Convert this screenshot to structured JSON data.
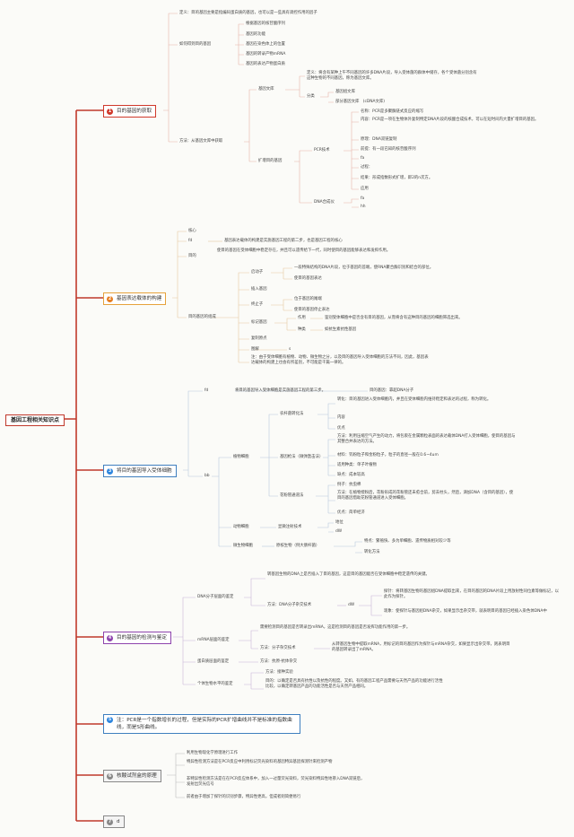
{
  "root": "基因工程相关知识点",
  "colors": {
    "red": "#d0392b",
    "orange": "#e67e22",
    "blue": "#2e86de",
    "purple": "#8e44ad",
    "gray": "#888888"
  },
  "topics": [
    {
      "num": "1",
      "label": "目的基因的获取"
    },
    {
      "num": "2",
      "label": "基因表达载体的构建"
    },
    {
      "num": "3",
      "label": "将目的基因导入受体细胞"
    },
    {
      "num": "4",
      "label": "目的基因的检测与鉴定"
    },
    {
      "num": "5",
      "label": "注：PCR是一个指数增长的过程，但是实际的PCR扩增曲线并不是标准的指数曲线，而是S形曲线。"
    },
    {
      "num": "6",
      "label": "核酸试剂盒的原理"
    },
    {
      "num": "7",
      "label": "d"
    }
  ],
  "n1": {
    "def": "定义：目的基因主要是指编码蛋白质的基因，也可以是一些具有调控作用的因子",
    "howto": "如何得到目的基因",
    "howto_items": [
      "根据基因的核苷酸序列",
      "基因的功能",
      "基因在染色体上的位置",
      "基因的转录产物mRNA",
      "基因的表达产物蛋白质"
    ],
    "method": "方法：从基因文库中获取",
    "lib": "基因文库",
    "lib_def": "定义：将含有某种上午不同基因的许多DNA片段，导入受体菌的群体中储存，各个受体菌分别含有这种生物的不同基因，称为基因文库。",
    "classify": "分类",
    "genome_lib": "基因组文库",
    "part_lib": "部分基因文库　(cDNA文库)",
    "amplify": "扩增目的基因",
    "pcr": "PCR技术",
    "pcr_name": "名称：PCR是多聚酶链式反应的缩写",
    "pcr_content": "内容：PCR是一项在生物体外复制特定DNA片段的核酸合成技术，可以在短时间内大量扩增目的基因。",
    "pcr_principle": "原理：DNA双链复制",
    "pcr_premise": "前提：有一段已知的核苷酸序列",
    "pcr_fa": "fa",
    "pcr_process": "过程：",
    "pcr_result": "结果：形成指数形式扩增，即2的n次方。",
    "pcr_apply": "应用",
    "dna_syn": "DNA合成仪",
    "fa": "fa",
    "hh": "hh"
  },
  "n2": {
    "core": "核心",
    "fd": "fd",
    "fd_text": "基因表达载体的构建是实施基因工程的第二步，也是基因工程的核心",
    "purpose": "目的",
    "purpose_text": "使目的基因在受体细胞中稳定存在，并且可以遗传给下一代，同时使目的基因能够表达和发挥作用。",
    "comp": "目的基因的组成",
    "promoter": "启动子",
    "promoter_1": "一段特殊结构的DNA片段，位于基因的首端，使RNA聚合酶识别和结合的部位。",
    "promoter_2": "使目的基因表达",
    "insert": "插入基因",
    "terminator": "终止子",
    "term_1": "位于基因的尾端",
    "term_2": "使目的基因停止表达",
    "marker": "标记基因",
    "effect": "作用",
    "effect_text": "鉴别受体细胞中是否含有目的基因，从而将含有这种目的基因的细胞筛选出来。",
    "kind": "种类",
    "kind_text": "如抗生素抗性基因",
    "origin": "复制原点",
    "figure": "图解",
    "figure_s": "s",
    "note": "注：由于受体细胞有植物、动物、微生物之分，以及目的基因导入受体细胞的方法不同，因此，基因表达载体的构建上也会有所差别，不可能是千篇一律的。"
  },
  "n3": {
    "fd": "fd",
    "fd_text": "将目的基因导入受体细胞是实施基因工程的第三步。",
    "purpose": "目的基因：靠超DNA分子",
    "bb": "bb",
    "plant": "植物细胞",
    "agro": "农杆菌转化法",
    "transform": "转化：目的基因进入受体细胞内，并且在受体细胞内维持稳定和表达的过程，称为转化。",
    "content": "内容",
    "adv": "优点",
    "gun": "基因枪法（微弹轰击法）",
    "gun_method": "方法：利用压缩空气产生的动力，将包裹在金属颗粒表面的表达载体DNA打入受体细胞，使目的基因与其整合并表达的方法。",
    "gun_material": "材料：钨粉粒子和金粉粒子，粒子的直径一般在0.6~4um",
    "gun_scope": "适用种类：单子叶植物",
    "gun_flaw": "缺点：成本较高",
    "pollen": "花粉管通道法",
    "pollen_ex": "例子：抗虫棉",
    "pollen_method": "方法：在植物授粉后，花粉形成的花粉管还未愈合前，剪去柱头，然后，滴加DNA（含目的基因），使目的基因借助花粉管通道进入受体细胞。",
    "pollen_adv": "优点：简单经济",
    "animal": "动物细胞",
    "micro": "显微注射技术",
    "micro_1": "地位",
    "micro_2": "dW",
    "microbe": "微生物细胞",
    "prok": "原核生物（例大肠杆菌）",
    "prok_1": "特点：繁殖快、多为单细胞、遗传物质相对较少等",
    "prok_2": "转化方法"
  },
  "n4": {
    "dna": "DNA分子层面的鉴定",
    "dna_text": "转基因生物的DNA上是否插入了目的基因，这是目的基因能否在受体细胞中稳定遗传的关键。",
    "dna_method": "方法：DNA分子杂交技术",
    "dw": "dW",
    "probe": "探针：将转基因生物的基因组DNA提取出来，在目的基因的DNA片段上用放射性同位素等做标记，以此作为探针。",
    "phenom": "现象：使探针与基因组DNA杂交，如果显示出杂交带，就表明目的基因已经插入染色体DNA中",
    "mrna": "mRNA层面的鉴定",
    "mrna_text": "需要检测目的基因是否转录出mRNA，这是检测目的基因是否发挥功能作用的第一步。",
    "mrna_method": "方法：分子杂交技术",
    "mrna_detail": "从转基因生物中提取mRNA，用标记的目的基因作为探针与mRNA杂交，如果显示出杂交带，则表明目的基因转录出了mRNA。",
    "protein": "蛋白质层面的鉴定",
    "protein_method": "方法：抗原-抗体杂交",
    "indiv": "个体生物水平的鉴定",
    "indiv_method": "方法：接种实验",
    "indiv_purpose": "目的：以确定是否具有抗性以及抗性的程度。又如，有的基因工程产品需要与天然产品的功能进行活性比较，以确定转基因产品的功能活性是否与天然产品相同。"
  },
  "n6": {
    "items": [
      "利用生物现化学原理进行工作",
      "特异性检测方法是在PCR反应中利用标记荧光染料的基因特异基因探测针来检测产物",
      "非特异性检测方法是在在PCR反应体系中，加入一过量荧光染料，荧光染料特异性地掺入DNA双链后，发射出荧光信号",
      "前者由于增加了探针的识别步骤，特异性更高，但成者则简便易行"
    ]
  }
}
